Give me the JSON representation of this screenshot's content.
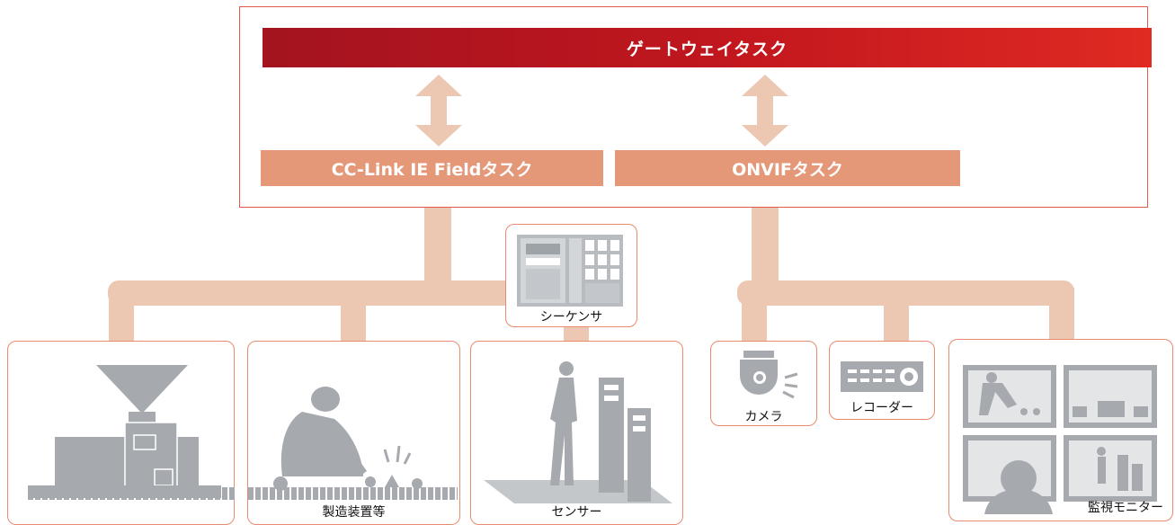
{
  "gateway": {
    "title": "ゲートウェイタスク"
  },
  "tasks": {
    "cclink": "CC-Link IE Fieldタスク",
    "onvif": "ONVIFタスク"
  },
  "devices": {
    "sequencer": "シーケンサ",
    "manufacturing": "製造装置等",
    "sensor": "センサー",
    "camera": "カメラ",
    "recorder": "レコーダー",
    "monitor": "監視モニター"
  },
  "colors": {
    "accent_red": "#c0161e",
    "task_orange": "#e49878",
    "connector": "#ecc7b2",
    "device_grey": "#a6aaaf"
  }
}
